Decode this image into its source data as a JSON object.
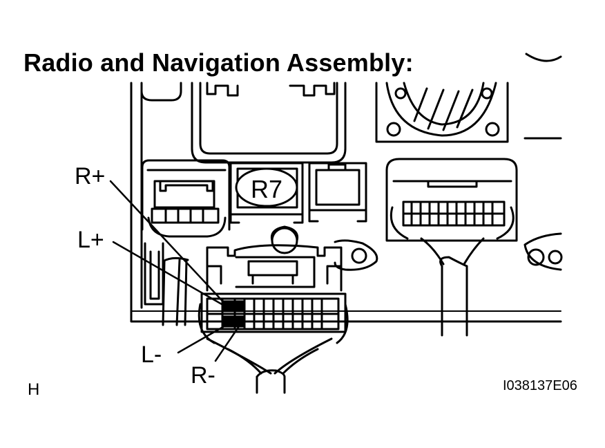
{
  "title": "Radio and Navigation Assembly:",
  "connector_id": "R7",
  "terminal_labels": {
    "r_plus": "R+",
    "l_plus": "L+",
    "l_minus": "L-",
    "r_minus": "R-"
  },
  "corner_letter": "H",
  "figure_code": "I038137E06",
  "colors": {
    "ink": "#000000",
    "background": "#ffffff"
  }
}
